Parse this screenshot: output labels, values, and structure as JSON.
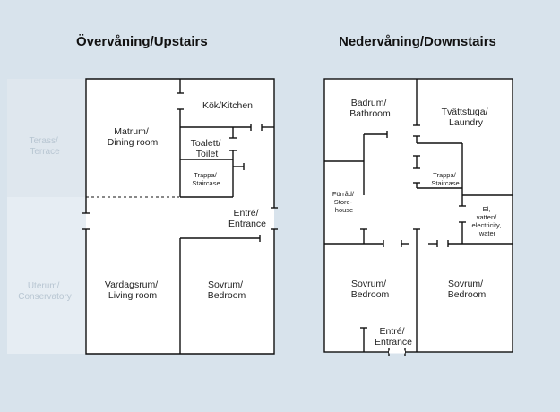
{
  "upstairs": {
    "title": "Övervåning/Upstairs",
    "outside": [
      {
        "line1": "Terass/",
        "line2": "Terrace"
      },
      {
        "line1": "Uterum/",
        "line2": "Conservatory"
      }
    ],
    "rooms": [
      {
        "line1": "Matrum/",
        "line2": "Dining room"
      },
      {
        "line1": "Kök/Kitchen",
        "line2": ""
      },
      {
        "line1": "Toalett/",
        "line2": "Toilet"
      },
      {
        "line1": "Trappa/",
        "line2": "Staircase"
      },
      {
        "line1": "Entré/",
        "line2": "Entrance"
      },
      {
        "line1": "Vardagsrum/",
        "line2": "Living room"
      },
      {
        "line1": "Sovrum/",
        "line2": "Bedroom"
      }
    ]
  },
  "downstairs": {
    "title": "Nedervåning/Downstairs",
    "rooms": [
      {
        "line1": "Badrum/",
        "line2": "Bathroom"
      },
      {
        "line1": "Tvättstuga/",
        "line2": "Laundry"
      },
      {
        "line1": "Trappa/",
        "line2": "Staircase"
      },
      {
        "line1": "Förråd/",
        "line2": "Store-",
        "line3": "house"
      },
      {
        "line1": "El,",
        "line2": "vatten/",
        "line3": "electricity,",
        "line4": "water"
      },
      {
        "line1": "Sovrum/",
        "line2": "Bedroom"
      },
      {
        "line1": "Sovrum/",
        "line2": "Bedroom"
      },
      {
        "line1": "Entré/",
        "line2": "Entrance"
      }
    ]
  }
}
